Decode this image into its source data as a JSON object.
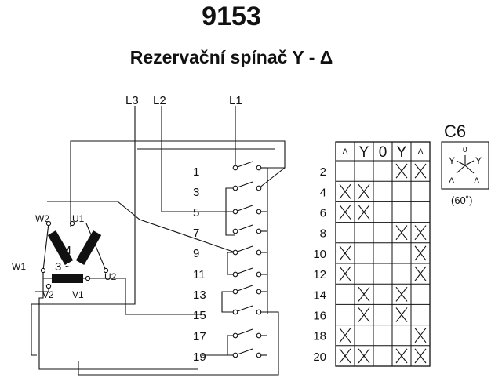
{
  "title": "9153",
  "subtitle": "Rezervační spínač Y - Δ",
  "phases": {
    "l1": "L1",
    "l2": "L2",
    "l3": "L3"
  },
  "motor": {
    "name": "M",
    "phase_symbol": "3 ~",
    "terminals": {
      "w2": "W2",
      "u1": "U1",
      "w1": "W1",
      "u2": "U2",
      "v2": "V2",
      "v1": "V1"
    }
  },
  "left_contacts": [
    "1",
    "3",
    "5",
    "7",
    "9",
    "11",
    "13",
    "15",
    "17",
    "19"
  ],
  "table": {
    "headers": [
      "Δ",
      "Y",
      "0",
      "Y",
      "Δ"
    ],
    "rows": [
      {
        "label": "2",
        "marks": [
          false,
          false,
          false,
          true,
          true
        ]
      },
      {
        "label": "4",
        "marks": [
          true,
          true,
          false,
          false,
          false
        ]
      },
      {
        "label": "6",
        "marks": [
          true,
          true,
          false,
          false,
          false
        ]
      },
      {
        "label": "8",
        "marks": [
          false,
          false,
          false,
          true,
          true
        ]
      },
      {
        "label": "10",
        "marks": [
          true,
          false,
          false,
          false,
          true
        ]
      },
      {
        "label": "12",
        "marks": [
          true,
          false,
          false,
          false,
          true
        ]
      },
      {
        "label": "14",
        "marks": [
          false,
          true,
          false,
          true,
          false
        ]
      },
      {
        "label": "16",
        "marks": [
          false,
          true,
          false,
          true,
          false
        ]
      },
      {
        "label": "18",
        "marks": [
          true,
          false,
          false,
          false,
          true
        ]
      },
      {
        "label": "20",
        "marks": [
          true,
          true,
          false,
          true,
          true
        ]
      }
    ]
  },
  "switch_code": {
    "code": "C6",
    "center_label": "0",
    "positions": {
      "left_y": "Y",
      "right_y": "Y",
      "left_delta": "Δ",
      "right_delta": "Δ"
    },
    "angle": "(60˚)"
  }
}
